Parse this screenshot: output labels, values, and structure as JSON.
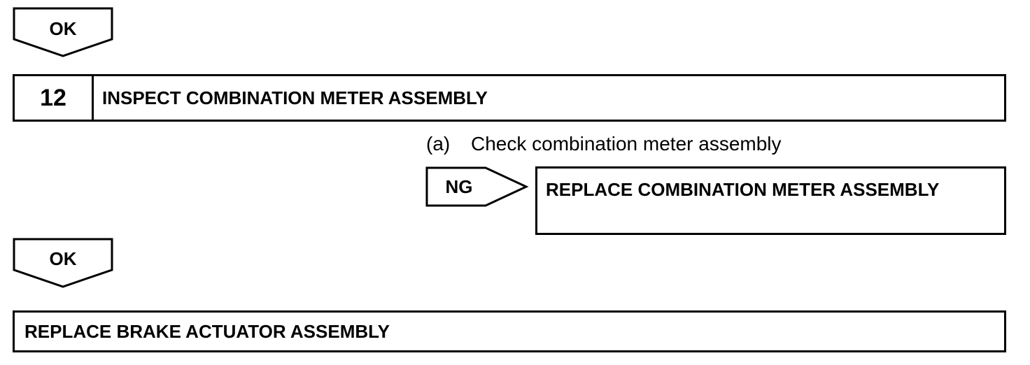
{
  "flowchart": {
    "ok_top": {
      "label": "OK"
    },
    "step": {
      "number": "12",
      "title": "INSPECT COMBINATION METER ASSEMBLY"
    },
    "substep": {
      "marker": "(a)",
      "text": "Check combination meter assembly"
    },
    "ng_branch": {
      "label": "NG",
      "result": "REPLACE COMBINATION METER ASSEMBLY"
    },
    "ok_bottom": {
      "label": "OK"
    },
    "final_result": "REPLACE BRAKE ACTUATOR ASSEMBLY"
  }
}
